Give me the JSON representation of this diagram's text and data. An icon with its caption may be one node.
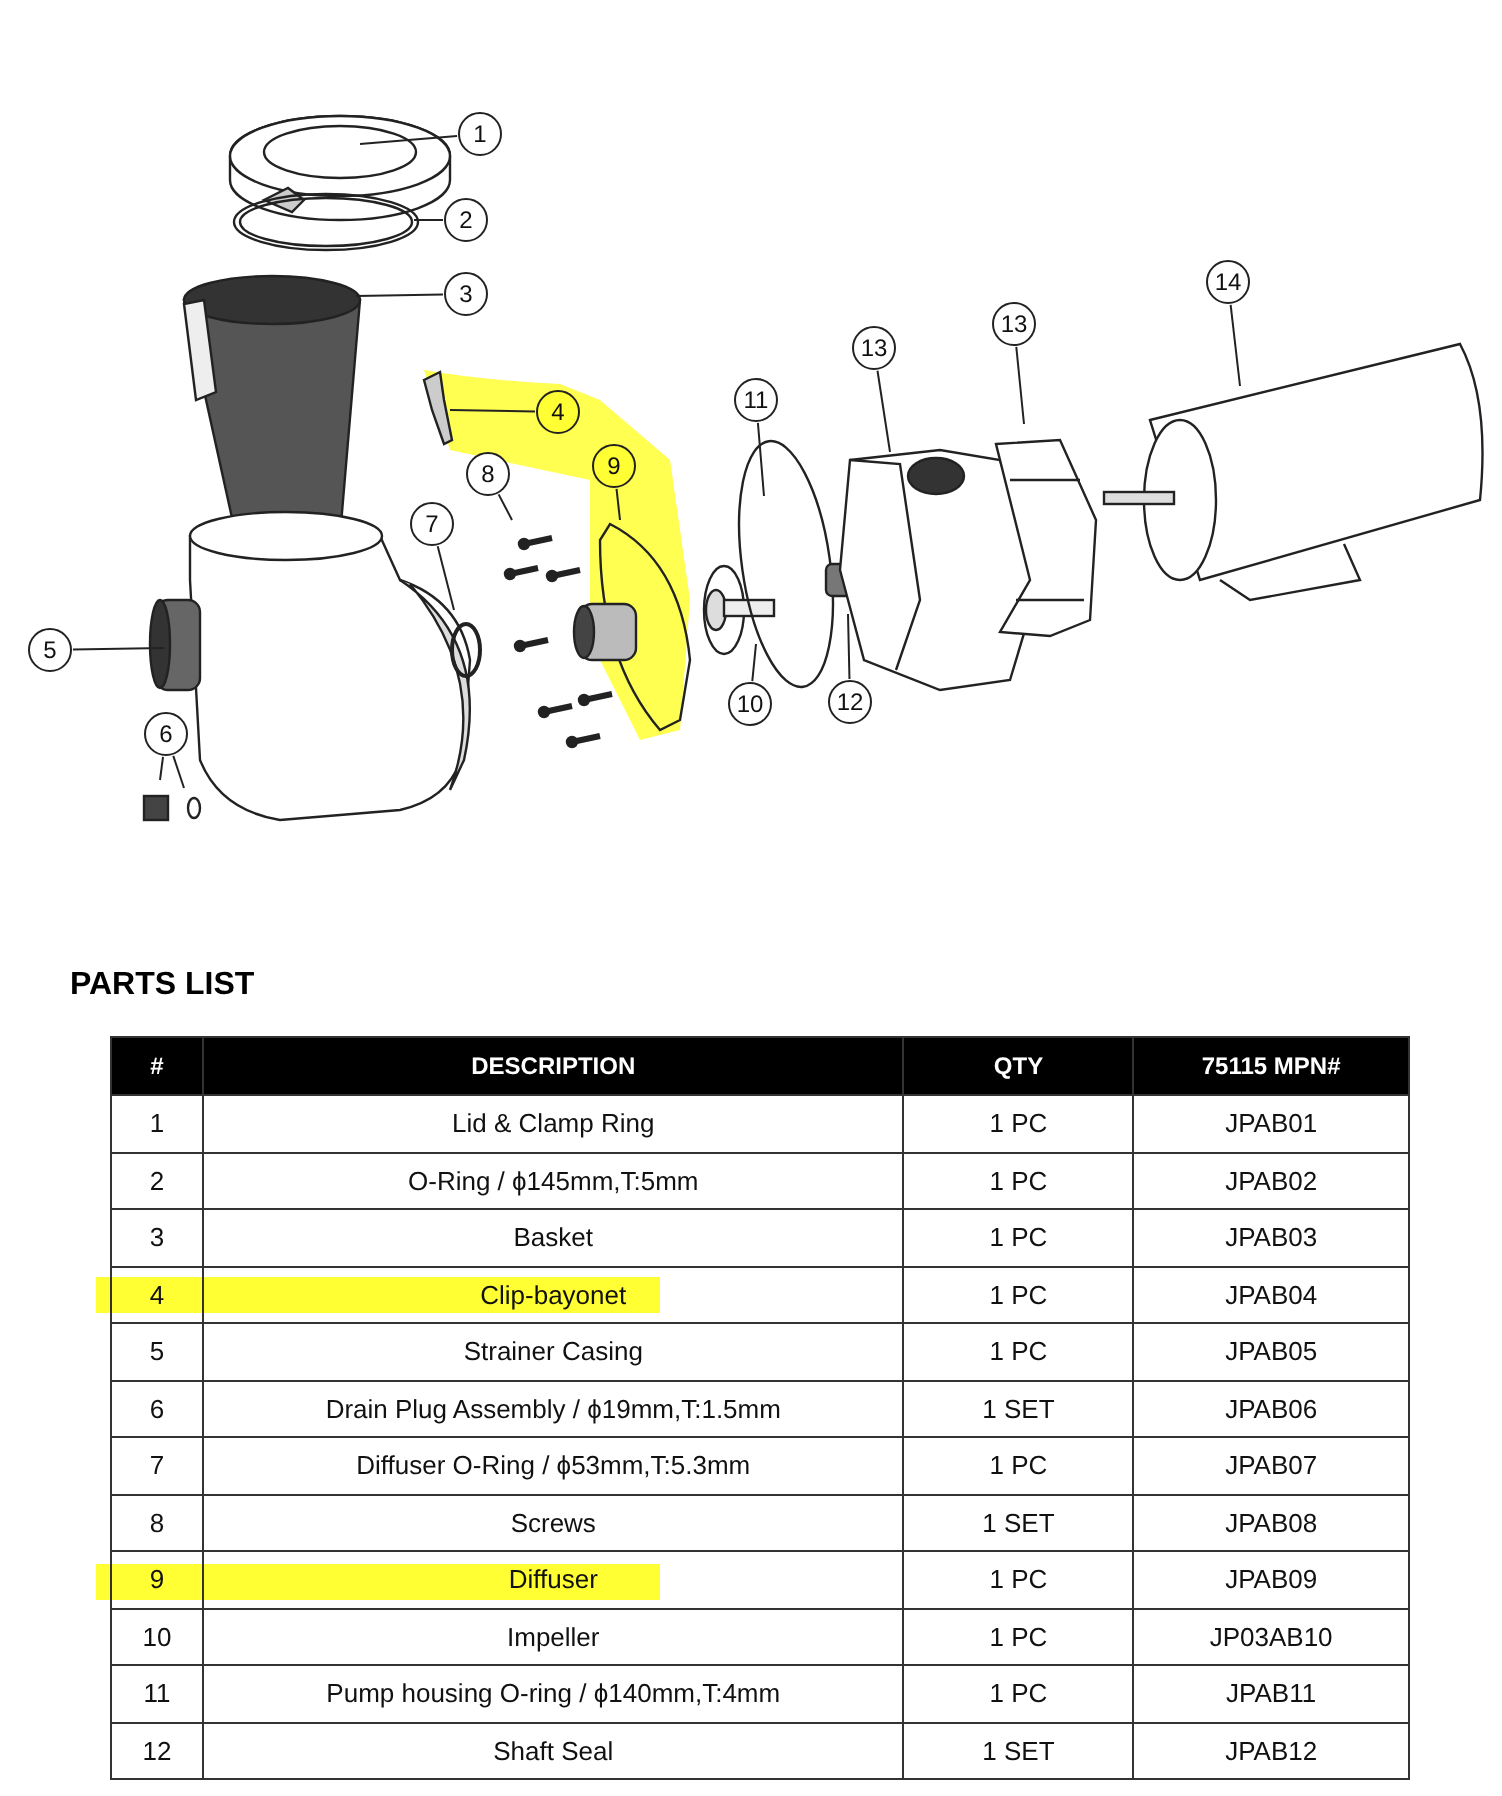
{
  "diagram": {
    "title": "PARTS LIST",
    "nodes": [
      {
        "text": [
          "1"
        ]
      },
      {
        "text": [
          "2"
        ]
      },
      {
        "text": [
          "3"
        ]
      },
      {
        "text": [
          "4"
        ]
      },
      {
        "text": [
          "5"
        ]
      },
      {
        "text": [
          "6"
        ]
      },
      {
        "text": [
          "7"
        ]
      },
      {
        "text": [
          "8"
        ]
      },
      {
        "text": [
          "9"
        ]
      },
      {
        "text": [
          "10"
        ]
      },
      {
        "text": [
          "11"
        ]
      },
      {
        "text": [
          "12"
        ]
      },
      {
        "text": [
          "13"
        ]
      },
      {
        "text": [
          "13"
        ]
      },
      {
        "text": [
          "14"
        ]
      }
    ],
    "edges": [
      {
        "from": 0,
        "to": null,
        "arrow": "none"
      },
      {
        "from": 1,
        "to": null,
        "arrow": "none"
      },
      {
        "from": 2,
        "to": null,
        "arrow": "none"
      },
      {
        "from": 3,
        "to": null,
        "arrow": "none"
      },
      {
        "from": 4,
        "to": null,
        "arrow": "none"
      },
      {
        "from": 5,
        "to": null,
        "arrow": "none"
      },
      {
        "from": 5,
        "to": null,
        "arrow": "none"
      },
      {
        "from": 6,
        "to": null,
        "arrow": "none"
      },
      {
        "from": 7,
        "to": null,
        "arrow": "none"
      },
      {
        "from": 8,
        "to": null,
        "arrow": "none"
      },
      {
        "from": 9,
        "to": null,
        "arrow": "none"
      },
      {
        "from": 10,
        "to": null,
        "arrow": "none"
      },
      {
        "from": 11,
        "to": null,
        "arrow": "none"
      },
      {
        "from": 12,
        "to": null,
        "arrow": "none"
      },
      {
        "from": 13,
        "to": null,
        "arrow": "none"
      },
      {
        "from": 14,
        "to": null,
        "arrow": "none"
      }
    ],
    "labels": [
      "#",
      "DESCRIPTION",
      "QTY",
      "75115 MPN#",
      "1",
      "Lid & Clamp Ring",
      "1 PC",
      "JPAB01",
      "2",
      "O-Ring / ϕ145mm,T:5mm",
      "1 PC",
      "JPAB02",
      "3",
      "Basket",
      "1 PC",
      "JPAB03",
      "4",
      "Clip-bayonet",
      "1 PC",
      "JPAB04",
      "5",
      "Strainer Casing",
      "1 PC",
      "JPAB05",
      "6",
      "Drain Plug Assembly / ϕ19mm,T:1.5mm",
      "1 SET",
      "JPAB06",
      "7",
      "Diffuser O-Ring / ϕ53mm,T:5.3mm",
      "1 PC",
      "JPAB07",
      "8",
      "Screws",
      "1 SET",
      "JPAB08",
      "9",
      "Diffuser",
      "1 PC",
      "JPAB09",
      "10",
      "Impeller",
      "1 PC",
      "JP03AB10",
      "11",
      "Pump housing O-ring / ϕ140mm,T:4mm",
      "1 PC",
      "JPAB11",
      "12",
      "Shaft Seal",
      "1 SET",
      "JPAB12"
    ]
  }
}
